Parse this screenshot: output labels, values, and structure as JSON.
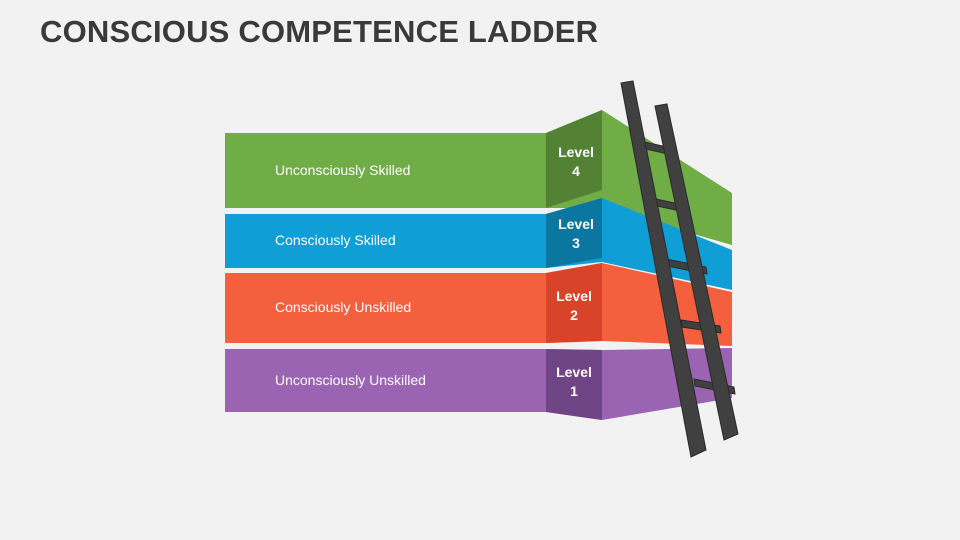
{
  "title": "CONSCIOUS COMPETENCE LADDER",
  "levels": [
    {
      "level_word": "Level",
      "level_number": "4",
      "label": "Unconsciously Skilled",
      "color": "#70ad47",
      "dark": "#548235"
    },
    {
      "level_word": "Level",
      "level_number": "3",
      "label": "Consciously Skilled",
      "color": "#0f9ed5",
      "dark": "#0b77a1"
    },
    {
      "level_word": "Level",
      "level_number": "2",
      "label": "Consciously Unskilled",
      "color": "#f4603e",
      "dark": "#d8432a"
    },
    {
      "level_word": "Level",
      "level_number": "1",
      "label": "Unconsciously Unskilled",
      "color": "#9a64b2",
      "dark": "#6f4585"
    }
  ],
  "ladder_color": "#404040"
}
